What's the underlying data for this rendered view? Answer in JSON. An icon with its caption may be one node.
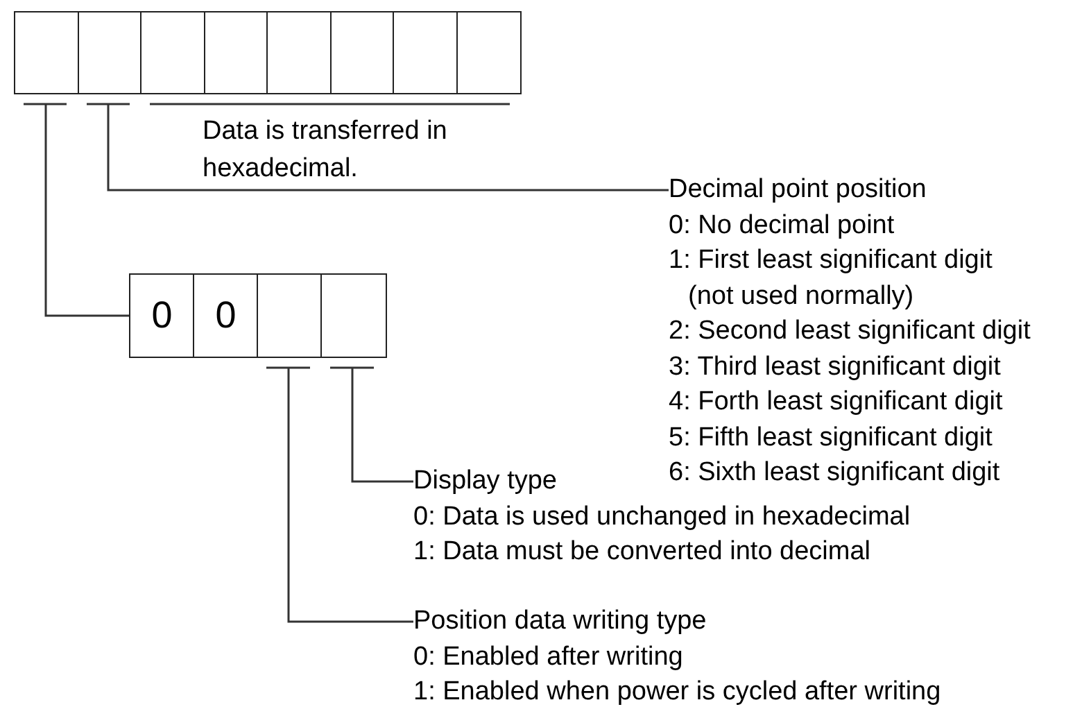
{
  "diagram": {
    "nodes": [
      {
        "text": [],
        "shape": "box"
      },
      {
        "text": [],
        "shape": "box"
      },
      {
        "text": [],
        "shape": "box"
      },
      {
        "text": [],
        "shape": "box"
      },
      {
        "text": [],
        "shape": "box"
      },
      {
        "text": [],
        "shape": "box"
      },
      {
        "text": [],
        "shape": "box"
      },
      {
        "text": [],
        "shape": "box"
      },
      {
        "text": [
          "Decimal point position",
          "0: No decimal point",
          "1: First least significant digit (not used normally)",
          "2: Second least significant digit",
          "3: Third least significant digit",
          "4: Forth least significant digit",
          "5: Fifth least significant digit",
          "6: Sixth least significant digit"
        ]
      },
      {
        "text": [
          "0"
        ]
      },
      {
        "text": [
          "0"
        ]
      },
      {
        "text": [],
        "shape": "box"
      },
      {
        "text": [],
        "shape": "box"
      },
      {
        "text": [
          "Display type",
          "0: Data is used unchanged in hexadecimal",
          "1: Data must be converted into decimal"
        ]
      },
      {
        "text": [
          "Position data writing type",
          "0: Enabled after writing",
          "1: Enabled when power is cycled after writing"
        ]
      }
    ],
    "edges": [
      {
        "from": 1,
        "to": 8,
        "arrow": "none"
      },
      {
        "from": 0,
        "to": 9,
        "arrow": "none"
      },
      {
        "from": 12,
        "to": 13,
        "arrow": "none"
      },
      {
        "from": 11,
        "to": 14,
        "arrow": "none"
      }
    ],
    "labels": [
      "Data is transferred in hexadecimal."
    ]
  }
}
